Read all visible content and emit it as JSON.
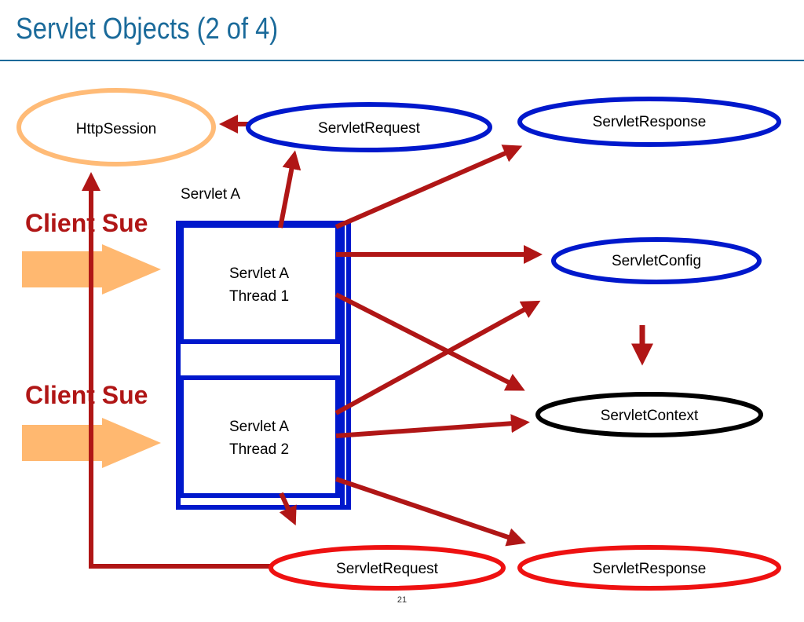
{
  "slide": {
    "title": "Servlet Objects (2 of 4)",
    "page_number": "21"
  },
  "diagram": {
    "http_session": "HttpSession",
    "servlet_request_top": "ServletRequest",
    "servlet_response_top": "ServletResponse",
    "servlet_config": "ServletConfig",
    "servlet_context": "ServletContext",
    "servlet_request_bottom": "ServletRequest",
    "servlet_response_bottom": "ServletResponse",
    "servlet_label": "Servlet A",
    "thread1": {
      "line1": "Servlet A",
      "line2": "Thread 1"
    },
    "thread2": {
      "line1": "Servlet A",
      "line2": "Thread 2"
    },
    "client1": "Client Sue",
    "client2": "Client Sue"
  },
  "colors": {
    "title": "#1a6a9a",
    "arrow": "#b01616",
    "blue_outline": "#0018cc",
    "red_outline": "#ee1111",
    "session_outline": "#ffbb77",
    "client_arrow": "#ffb870",
    "context_outline": "#000000"
  }
}
